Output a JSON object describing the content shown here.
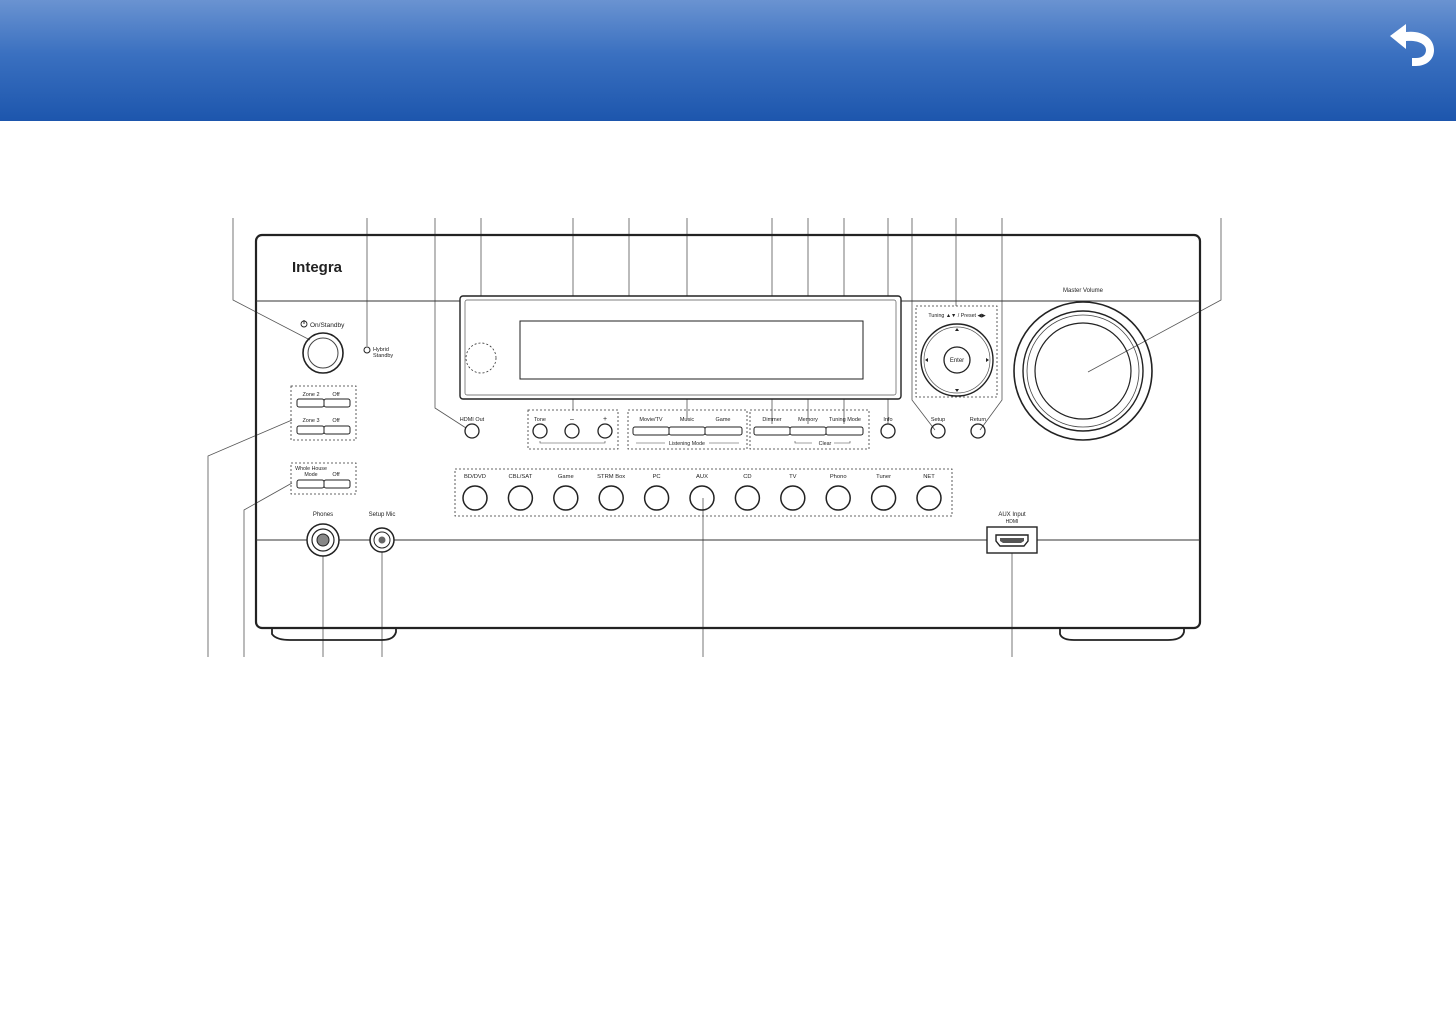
{
  "header": {
    "back_icon": "return-arrow-icon"
  },
  "brand": "Integra",
  "labels": {
    "on_standby": "On/Standby",
    "hybrid": "Hybrid",
    "standby": "Standby",
    "zone2": "Zone 2",
    "off": "Off",
    "zone3": "Zone 3",
    "whole_house": "Whole House",
    "mode": "Mode",
    "hdmi_out": "HDMI Out",
    "tone": "Tone",
    "minus": "–",
    "plus": "+",
    "movie_tv": "Movie/TV",
    "music": "Music",
    "game": "Game",
    "listening_mode": "Listening Mode",
    "dimmer": "Dimmer",
    "memory": "Memory",
    "tuning_mode": "Tuning Mode",
    "clear": "Clear",
    "info": "Info",
    "setup": "Setup",
    "return": "Return",
    "tuning_presets": "Tuning ▲▼ / Preset ◀▶",
    "enter": "Enter",
    "master_volume": "Master Volume",
    "phones": "Phones",
    "setup_mic": "Setup Mic",
    "aux_input": "AUX Input",
    "hdmi": "HDMI"
  },
  "input_selectors": [
    "BD/DVD",
    "CBL/SAT",
    "Game",
    "STRM Box",
    "PC",
    "AUX",
    "CD",
    "TV",
    "Phono",
    "Tuner",
    "NET"
  ]
}
